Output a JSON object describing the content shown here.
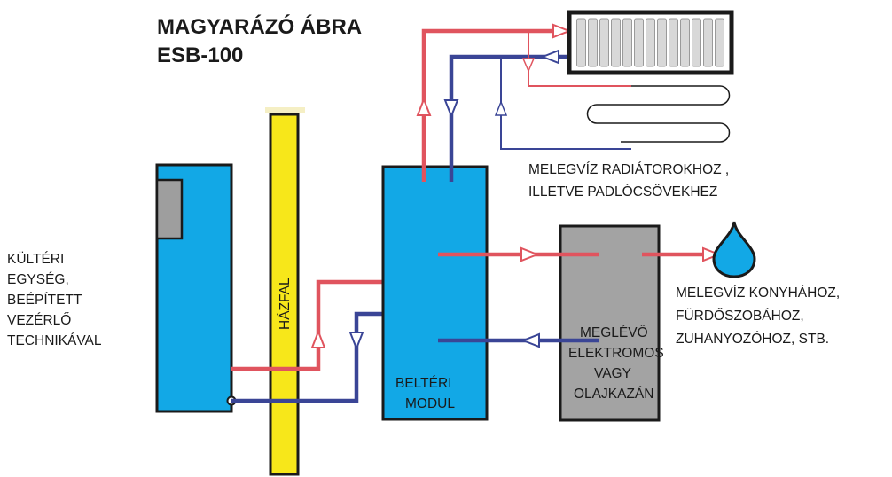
{
  "title": {
    "line1": "MAGYARÁZÓ ÁBRA",
    "line2": "ESB-100"
  },
  "outdoor_unit": {
    "lines": [
      "KÜLTÉRI",
      "EGYSÉG,",
      "BEÉPÍTETT",
      "VEZÉRLŐ",
      "TECHNIKÁVAL"
    ]
  },
  "wall": {
    "label": "HÁZFAL"
  },
  "indoor_module": {
    "lines": [
      "BELTÉRI",
      "MODUL"
    ]
  },
  "boiler": {
    "lines": [
      "MEGLÉVŐ",
      "ELEKTROMOS",
      "VAGY",
      "OLAJKAZÁN"
    ]
  },
  "heating_note": {
    "lines": [
      "MELEGVÍZ RADIÁTOROKHOZ ,",
      "ILLETVE PADLÓCSÖVEKHEZ"
    ]
  },
  "tap_water_note": {
    "lines": [
      "MELEGVÍZ KONYHÁHOZ,",
      "FÜRDŐSZOBÁHOZ,",
      "ZUHANYOZÓHOZ, STB."
    ]
  },
  "icons": {
    "radiator": "radiator-icon",
    "floor_coil": "floor-heating-coil-icon",
    "water_drop": "water-drop-icon"
  },
  "colors": {
    "hot_pipe": "#e0545e",
    "cold_pipe": "#3a4596",
    "unit_fill": "#12a8e6",
    "boiler_fill": "#a3a3a3",
    "wall_fill": "#f7e71a"
  }
}
